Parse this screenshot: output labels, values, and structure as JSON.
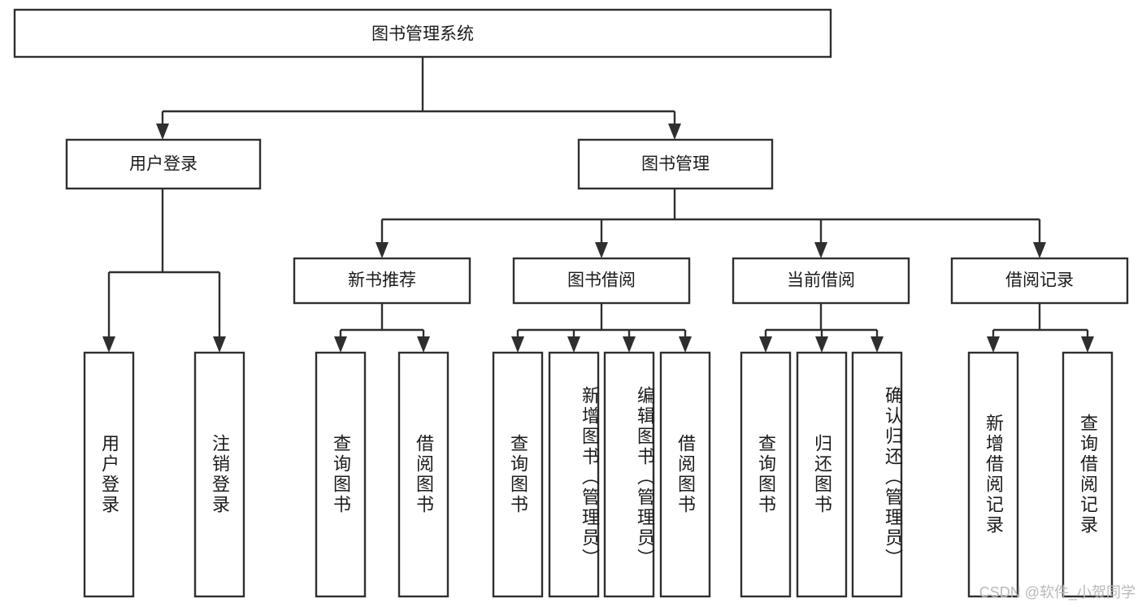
{
  "diagram": {
    "type": "tree-hierarchy",
    "title_node": "图书管理系统",
    "watermark": "CSDN @软件_小贺同学",
    "nodes": {
      "root": {
        "label": "图书管理系统",
        "level": 1
      },
      "l2_user_login": {
        "label": "用户登录",
        "level": 2
      },
      "l2_book_mgmt": {
        "label": "图书管理",
        "level": 2
      },
      "l3_new_book_rec": {
        "label": "新书推荐",
        "level": 3
      },
      "l3_book_borrow": {
        "label": "图书借阅",
        "level": 3
      },
      "l3_current_borrow": {
        "label": "当前借阅",
        "level": 3
      },
      "l3_borrow_record": {
        "label": "借阅记录",
        "level": 3
      },
      "l4_user_login": {
        "label": "用户登录",
        "level": 4
      },
      "l4_logout_login": {
        "label": "注销登录",
        "level": 4
      },
      "l4_query_book_a": {
        "label": "查询图书",
        "level": 4
      },
      "l4_borrow_book_a": {
        "label": "借阅图书",
        "level": 4
      },
      "l4_query_book_b": {
        "label": "查询图书",
        "level": 4
      },
      "l4_add_book": {
        "label": "新增图书（管理员）",
        "level": 4
      },
      "l4_edit_book": {
        "label": "编辑图书（管理员）",
        "level": 4
      },
      "l4_borrow_book_b": {
        "label": "借阅图书",
        "level": 4
      },
      "l4_query_book_c": {
        "label": "查询图书",
        "level": 4
      },
      "l4_return_book": {
        "label": "归还图书",
        "level": 4
      },
      "l4_confirm_return": {
        "label": "确认归还（管理员）",
        "level": 4
      },
      "l4_add_record": {
        "label": "新增借阅记录",
        "level": 4
      },
      "l4_query_record": {
        "label": "查询借阅记录",
        "level": 4
      }
    },
    "edges": [
      {
        "from": "root",
        "to": "l2_user_login"
      },
      {
        "from": "root",
        "to": "l2_book_mgmt"
      },
      {
        "from": "l2_user_login",
        "to": "l4_user_login"
      },
      {
        "from": "l2_user_login",
        "to": "l4_logout_login"
      },
      {
        "from": "l2_book_mgmt",
        "to": "l3_new_book_rec"
      },
      {
        "from": "l2_book_mgmt",
        "to": "l3_book_borrow"
      },
      {
        "from": "l2_book_mgmt",
        "to": "l3_current_borrow"
      },
      {
        "from": "l2_book_mgmt",
        "to": "l3_borrow_record"
      },
      {
        "from": "l3_new_book_rec",
        "to": "l4_query_book_a"
      },
      {
        "from": "l3_new_book_rec",
        "to": "l4_borrow_book_a"
      },
      {
        "from": "l3_book_borrow",
        "to": "l4_query_book_b"
      },
      {
        "from": "l3_book_borrow",
        "to": "l4_add_book"
      },
      {
        "from": "l3_book_borrow",
        "to": "l4_edit_book"
      },
      {
        "from": "l3_book_borrow",
        "to": "l4_borrow_book_b"
      },
      {
        "from": "l3_current_borrow",
        "to": "l4_query_book_c"
      },
      {
        "from": "l3_current_borrow",
        "to": "l4_return_book"
      },
      {
        "from": "l3_current_borrow",
        "to": "l4_confirm_return"
      },
      {
        "from": "l3_borrow_record",
        "to": "l4_add_record"
      },
      {
        "from": "l3_borrow_record",
        "to": "l4_query_record"
      }
    ],
    "colors": {
      "box_stroke": "#2f2f2f",
      "box_fill": "#ffffff",
      "connector": "#2f2f2f",
      "text": "#1b1b1b",
      "background": "#ffffff",
      "watermark": "#b9b9b9"
    }
  }
}
